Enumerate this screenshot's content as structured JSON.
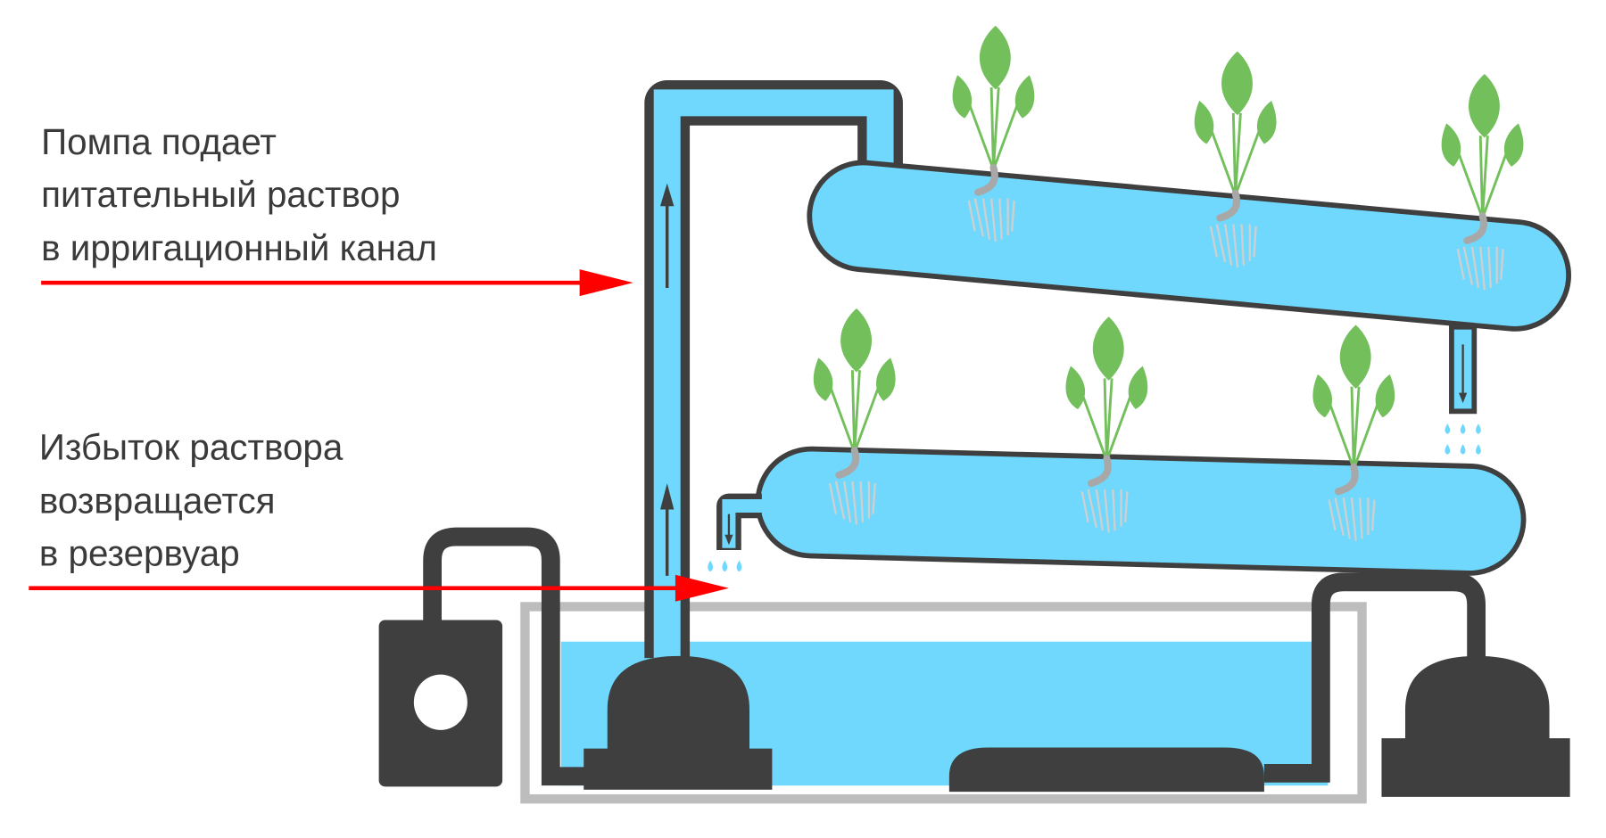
{
  "labels": {
    "pump_feeds": [
      "Помпа подает",
      "питательный раствор",
      "в ирригационный канал"
    ],
    "excess_returns": [
      "Избыток раствора",
      "возвращается",
      "в резервуар"
    ]
  },
  "colors": {
    "water": "#6fd8fc",
    "outline": "#3f3f3f",
    "arrow": "#ff0000",
    "leaf": "#72bf5b",
    "reservoir_frame": "#bdbdbd"
  }
}
